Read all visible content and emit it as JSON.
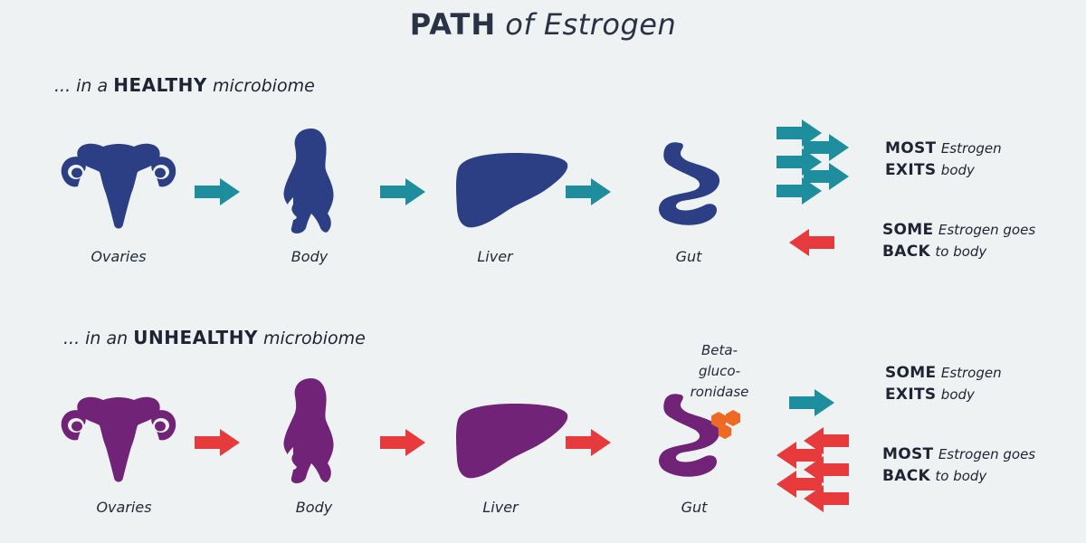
{
  "title": {
    "bold": "PATH",
    "italic": "of Estrogen"
  },
  "colors": {
    "healthy": "#2c3f85",
    "unhealthy": "#712378",
    "teal_arrow": "#1e8e9e",
    "red_arrow": "#e63a3c",
    "enzyme": "#ee6a24",
    "background": "#eff2f2"
  },
  "healthy": {
    "heading": {
      "prefix": "... in a",
      "bold": "HEALTHY",
      "suffix": "microbiome"
    },
    "labels": {
      "ovaries": "Ovaries",
      "body": "Body",
      "liver": "Liver",
      "gut": "Gut"
    },
    "outcome1": {
      "bold1": "MOST",
      "italic1": "Estrogen",
      "bold2": "EXITS",
      "italic2": "body"
    },
    "outcome2": {
      "bold1": "SOME",
      "italic1": "Estrogen goes",
      "bold2": "BACK",
      "italic2": "to body"
    }
  },
  "unhealthy": {
    "heading": {
      "prefix": "... in an",
      "bold": "UNHEALTHY",
      "suffix": "microbiome"
    },
    "labels": {
      "ovaries": "Ovaries",
      "body": "Body",
      "liver": "Liver",
      "gut": "Gut"
    },
    "enzyme": {
      "line1": "Beta-",
      "line2": "gluco-",
      "line3": "ronidase"
    },
    "outcome1": {
      "bold1": "SOME",
      "italic1": "Estrogen",
      "bold2": "EXITS",
      "italic2": "body"
    },
    "outcome2": {
      "bold1": "MOST",
      "italic1": "Estrogen goes",
      "bold2": "BACK",
      "italic2": "to body"
    }
  },
  "icons": {
    "ovaries": "uterus-icon",
    "body": "female-body-icon",
    "liver": "liver-icon",
    "gut": "intestine-icon",
    "flow": "arrow-right-icon",
    "return": "arrow-left-icon"
  }
}
